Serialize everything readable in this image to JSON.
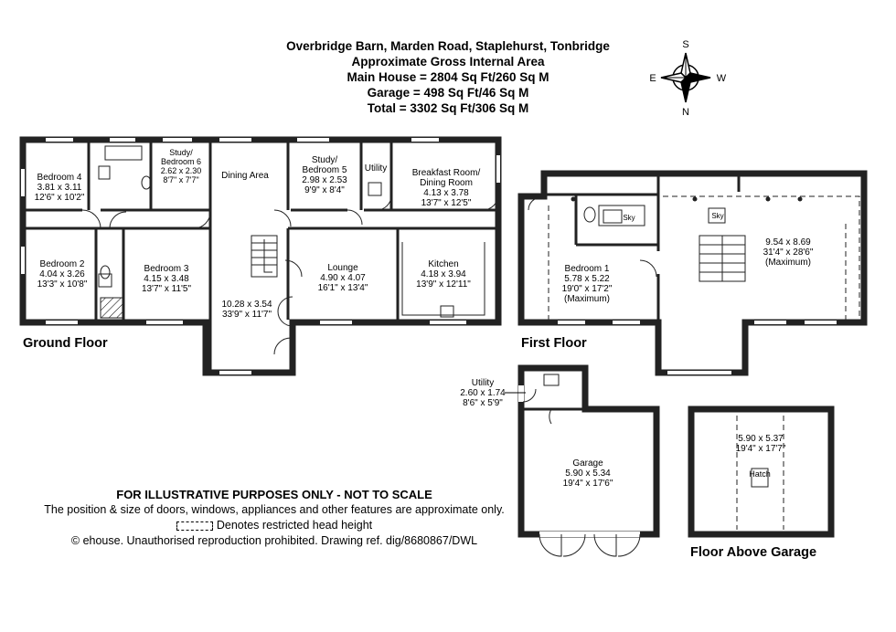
{
  "header": {
    "address": "Overbridge Barn, Marden Road, Staplehurst, Tonbridge",
    "area_title": "Approximate Gross Internal Area",
    "main_house": "Main House = 2804 Sq Ft/260 Sq M",
    "garage": "Garage = 498 Sq Ft/46 Sq M",
    "total": "Total = 3302 Sq Ft/306 Sq M"
  },
  "compass": {
    "s": "S",
    "e": "E",
    "w": "W",
    "n": "N"
  },
  "ground_floor": {
    "label": "Ground Floor",
    "rooms": [
      {
        "name": "Bedroom 4",
        "metric": "3.81 x 3.11",
        "imperial": "12'6\" x 10'2\""
      },
      {
        "name": "Study/ Bedroom 6",
        "metric": "2.62 x 2.30",
        "imperial": "8'7\" x 7'7\""
      },
      {
        "name": "Dining Area",
        "metric": "",
        "imperial": ""
      },
      {
        "name": "Study/ Bedroom 5",
        "metric": "2.98 x 2.53",
        "imperial": "9'9\" x 8'4\""
      },
      {
        "name": "Utility",
        "metric": "",
        "imperial": ""
      },
      {
        "name": "Breakfast Room/ Dining Room",
        "metric": "4.13 x 3.78",
        "imperial": "13'7\" x 12'5\""
      },
      {
        "name": "Bedroom 2",
        "metric": "4.04 x 3.26",
        "imperial": "13'3\" x 10'8\""
      },
      {
        "name": "Bedroom 3",
        "metric": "4.15 x 3.48",
        "imperial": "13'7\" x 11'5\""
      },
      {
        "name": "",
        "metric": "10.28 x 3.54",
        "imperial": "33'9\" x 11'7\""
      },
      {
        "name": "Lounge",
        "metric": "4.90 x 4.07",
        "imperial": "16'1\" x 13'4\""
      },
      {
        "name": "Kitchen",
        "metric": "4.18 x 3.94",
        "imperial": "13'9\" x 12'11\""
      }
    ]
  },
  "first_floor": {
    "label": "First Floor",
    "sky1": "Sky",
    "sky2": "Sky",
    "bedroom1": {
      "name": "Bedroom 1",
      "metric": "5.78 x 5.22",
      "imperial": "19'0\" x 17'2\"",
      "note": "(Maximum)"
    },
    "main_space": {
      "metric": "9.54 x 8.69",
      "imperial": "31'4\" x 28'6\"",
      "note": "(Maximum)"
    }
  },
  "garage_block": {
    "utility": {
      "name": "Utility",
      "metric": "2.60 x 1.74",
      "imperial": "8'6\" x 5'9\""
    },
    "garage": {
      "name": "Garage",
      "metric": "5.90 x 5.34",
      "imperial": "19'4\" x 17'6\""
    }
  },
  "floor_above_garage": {
    "label": "Floor Above Garage",
    "metric": "5.90 x 5.37",
    "imperial": "19'4\" x 17'7\"",
    "hatch": "Hatch"
  },
  "notes": {
    "disclaimer": "FOR ILLUSTRATIVE PURPOSES ONLY - NOT TO SCALE",
    "position_note": "The position & size of doors, windows, appliances and other features are approximate only.",
    "legend_text": "Denotes restricted head height",
    "copyright": "© ehouse. Unauthorised reproduction prohibited. Drawing ref. dig/8680867/DWL"
  }
}
